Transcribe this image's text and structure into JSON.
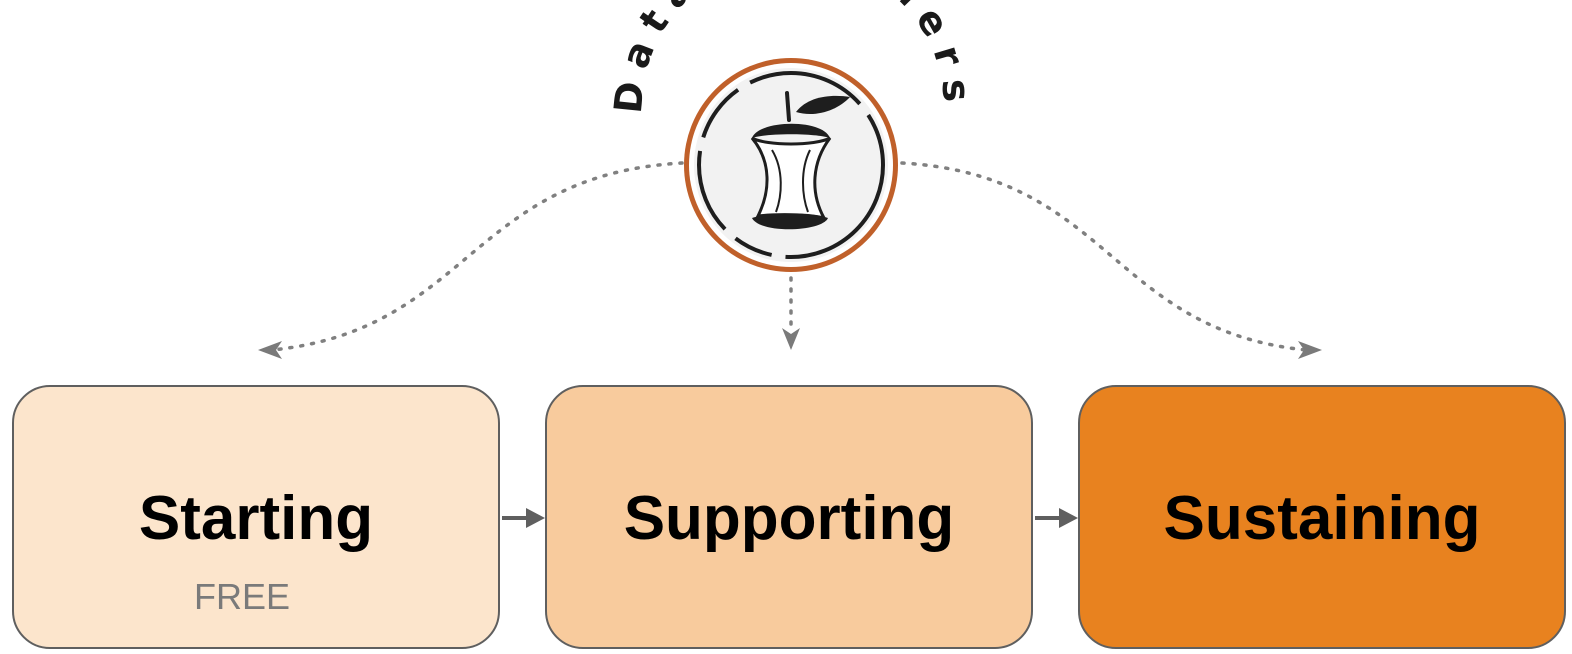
{
  "logo": {
    "arc_text": "Data Providers",
    "ring_color": "#c0602a",
    "icon": "apple-core-icon"
  },
  "stages": [
    {
      "label": "Starting",
      "sublabel": "FREE",
      "fill": "#fce5cc"
    },
    {
      "label": "Supporting",
      "sublabel": "",
      "fill": "#f8cb9d"
    },
    {
      "label": "Sustaining",
      "sublabel": "",
      "fill": "#e8821f"
    }
  ],
  "colors": {
    "box_border": "#5f5f5f",
    "connector": "#5f5f5f",
    "dotted_arrow": "#808080"
  }
}
